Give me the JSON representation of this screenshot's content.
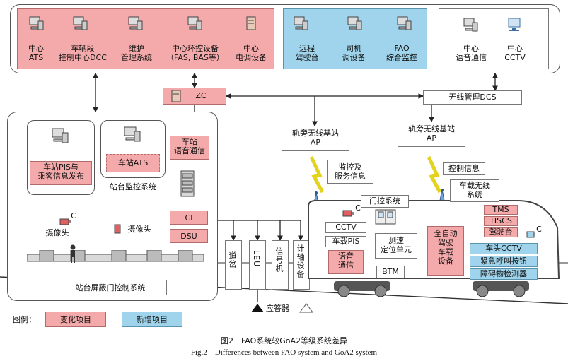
{
  "top_bar": {
    "pink_items": [
      "中心\nATS",
      "车辆段\n控制中心DCC",
      "维护\n管理系统",
      "中心环控设备\n（FAS, BAS等）",
      "中心\n电调设备"
    ],
    "blue_items": [
      "远程\n驾驶台",
      "司机\n调设备",
      "FAO\n综合监控"
    ],
    "white_items": [
      "中心\n语音通信",
      "中心\nCCTV"
    ]
  },
  "zc": "ZC",
  "dcs": "无线管理DCS",
  "station": {
    "pis": "车站PIS与\n乘客信息发布",
    "ats": "车站ATS",
    "monitor": "站台监控系统",
    "voice": "车站\n语音通信",
    "camera_c": "C",
    "camera1": "摄像头",
    "camera2": "摄像头",
    "ci": "CI",
    "dsu": "DSU",
    "psd": "站台屏蔽门控制系统"
  },
  "trackside": {
    "switch": "道岔",
    "leu": "LEU",
    "signal": "信号机",
    "axle": "计轴设备",
    "transponder": "应答器"
  },
  "wireless": {
    "ap1": "轨旁无线基站\nAP",
    "ap2": "轨旁无线基站\nAP",
    "monitor_info": "监控及\n服务信息",
    "control_info": "控制信息"
  },
  "train": {
    "door": "门控系统",
    "radio": "车载无线\n系统",
    "cctv": "CCTV",
    "pis": "车载PIS",
    "voice": "语音\n通信",
    "speed": "测速\n定位单元",
    "btm": "BTM",
    "ato": "全自动\n驾驶\n车载\n设备",
    "tms": "TMS",
    "tiscs": "TISCS",
    "cab": "驾驶台",
    "head_cctv": "车头CCTV",
    "emergency": "紧急呼叫按钮",
    "obstacle": "障碍物检测器",
    "c1": "C",
    "c2": "C"
  },
  "legend": {
    "title": "图例：",
    "changed": "变化项目",
    "new": "新增项目"
  },
  "caption": {
    "cn": "图2　FAO系统较GoA2等级系统差异",
    "en": "Fig.2　Differences between FAO system and GoA2 system"
  }
}
